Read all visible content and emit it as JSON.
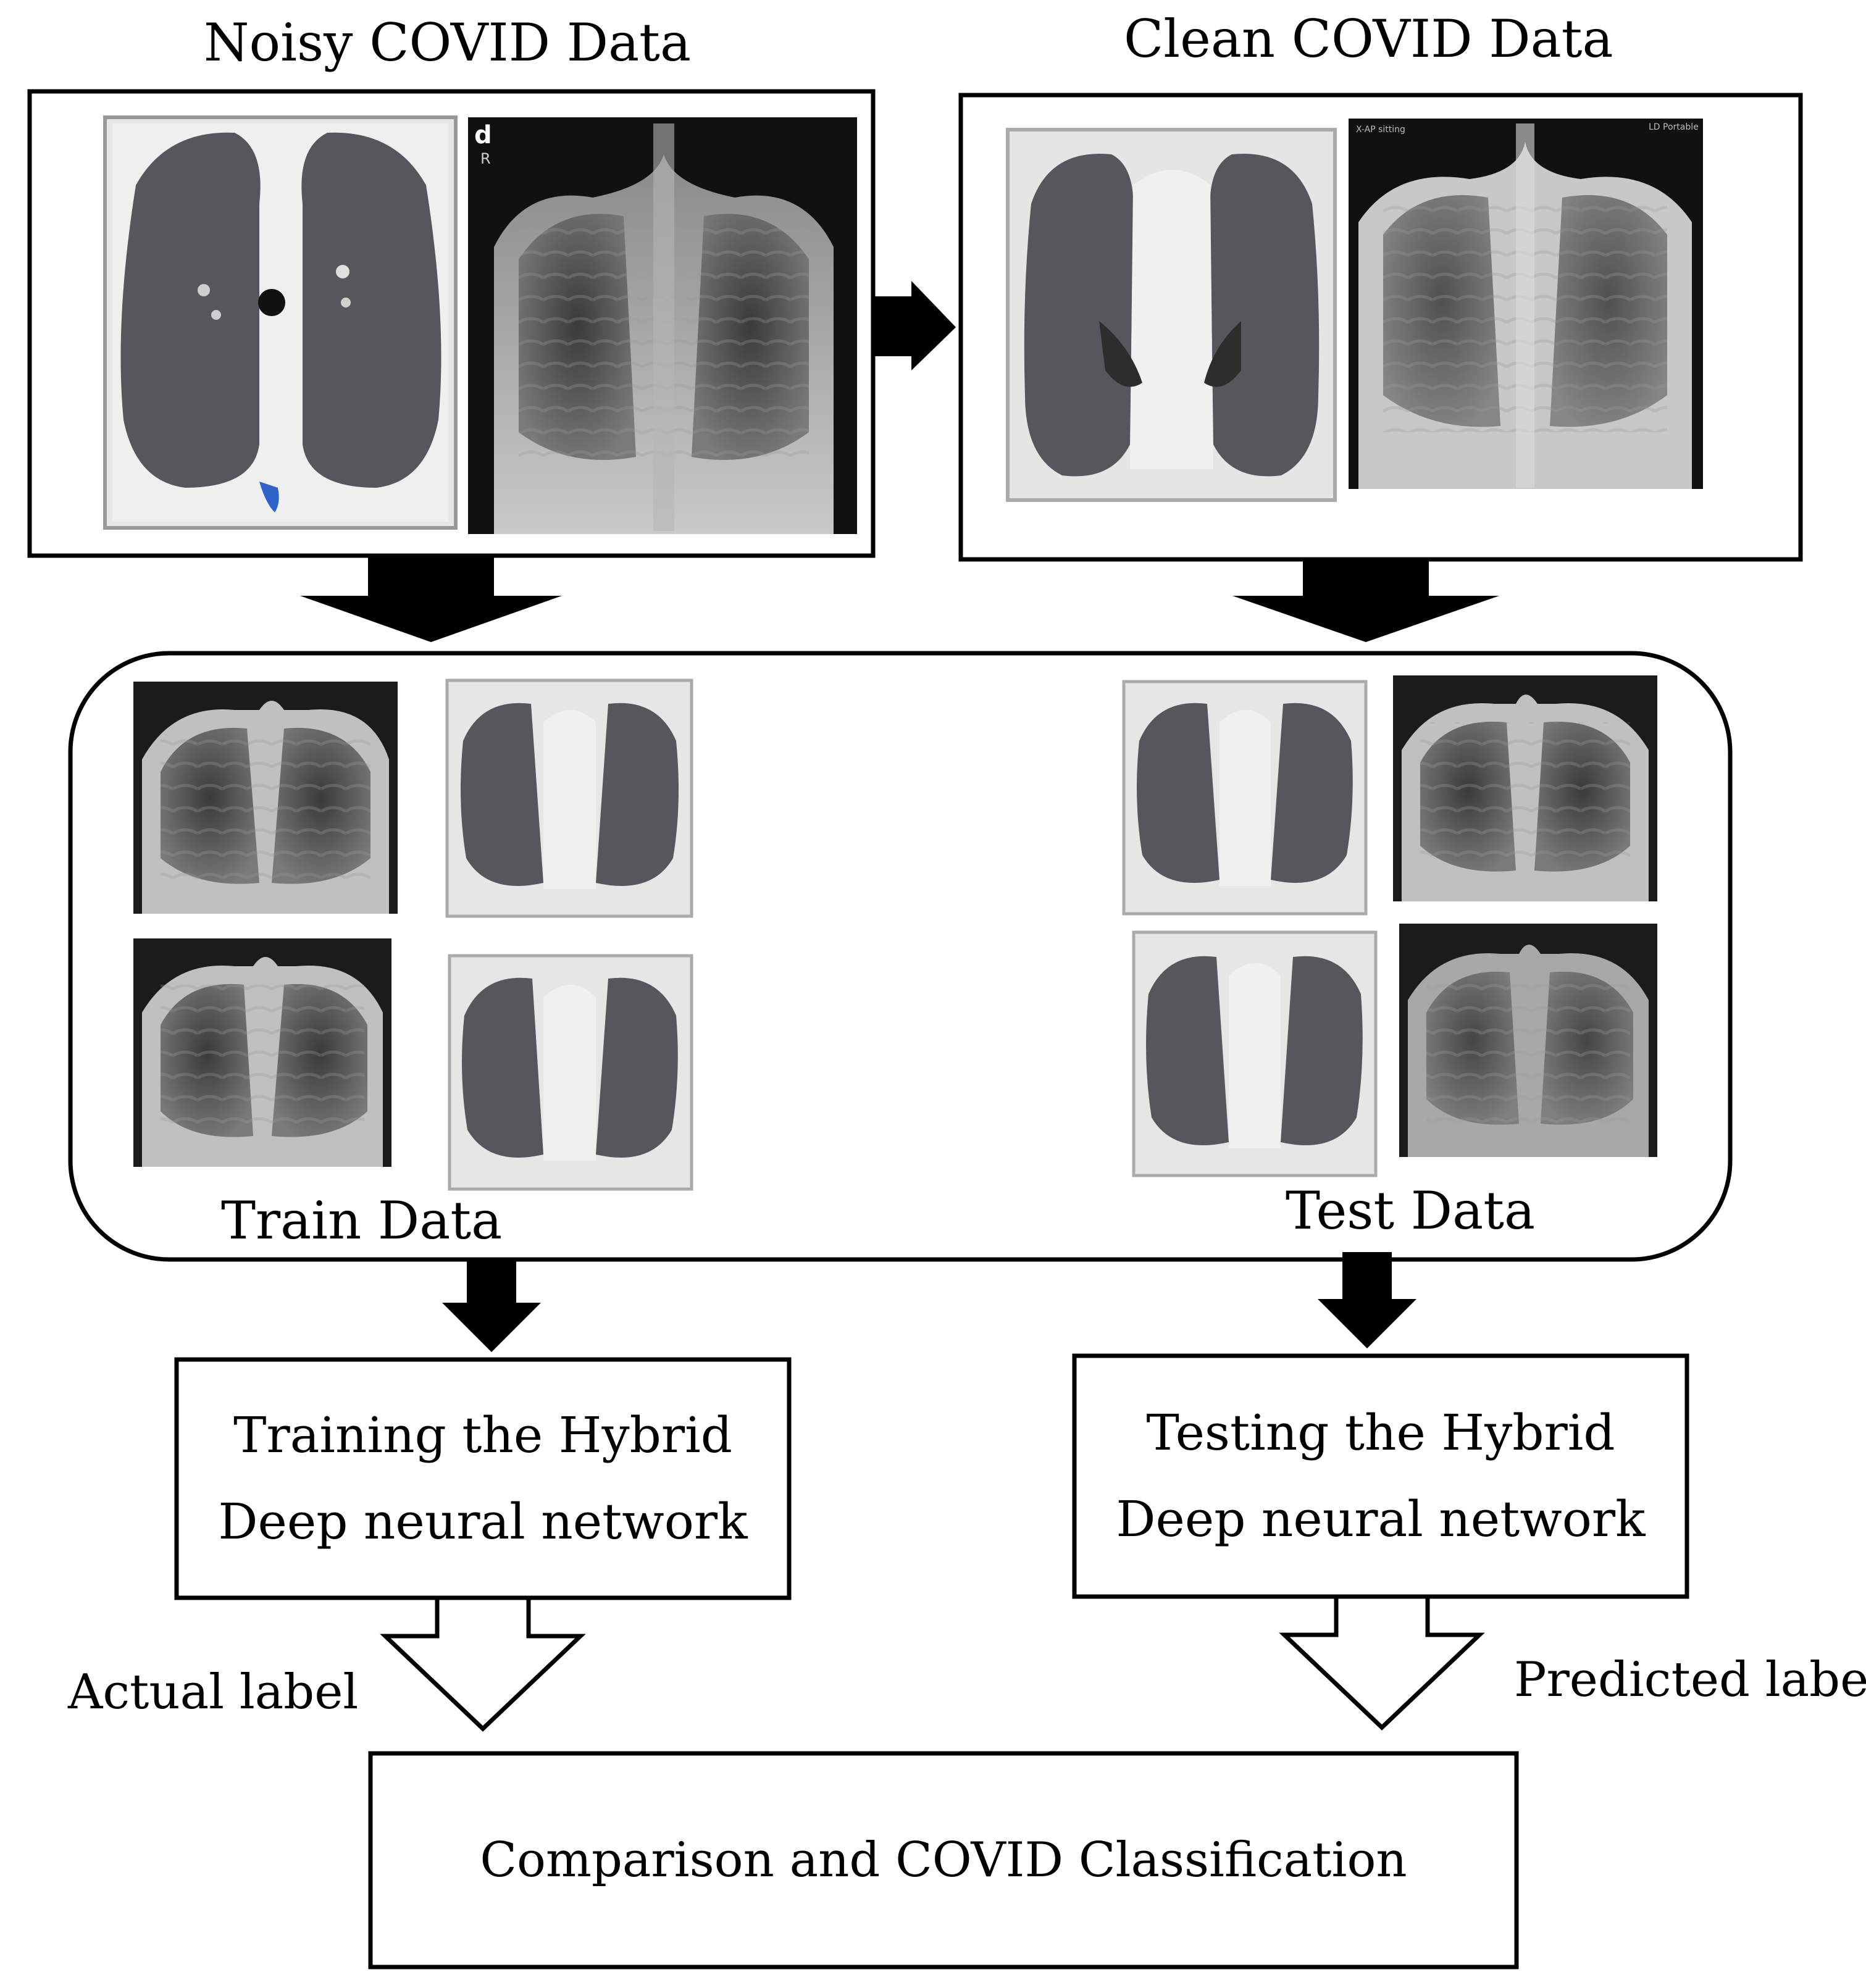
{
  "noisy_title": "Noisy COVID Data",
  "clean_title": "Clean COVID Data",
  "xray_marker_letter": "d",
  "xray_marker_side": "R",
  "clean_xray_caption_left": "X-AP sitting",
  "clean_xray_caption_right": "LD Portable",
  "train_label": "Train Data",
  "test_label": "Test Data",
  "training_box": {
    "line1": "Training the Hybrid",
    "line2": "Deep neural network"
  },
  "testing_box": {
    "line1": "Testing the Hybrid",
    "line2": "Deep neural network"
  },
  "actual_label": "Actual label",
  "predicted_label": "Predicted label",
  "final_box": "Comparison and COVID Classification",
  "colors": {
    "stroke": "#000000",
    "ct_lung": "#5a5c62",
    "ct_bg": "#e9e9e9",
    "xray_dark": "#1a1a1a",
    "accent_blue": "#2f63c8"
  }
}
